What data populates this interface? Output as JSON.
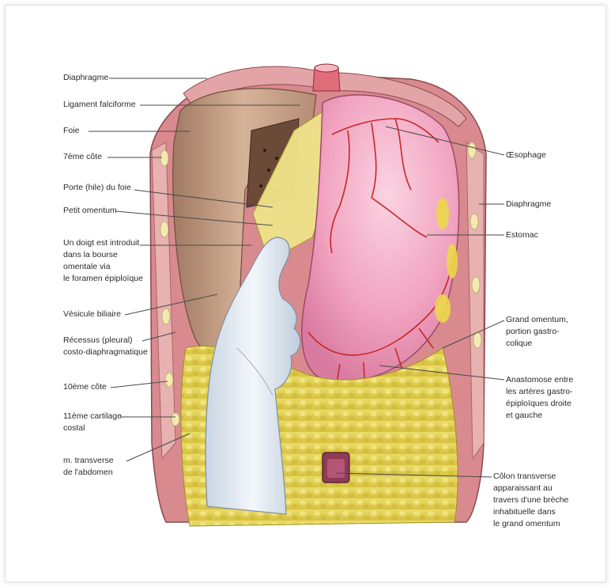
{
  "labels": {
    "left": [
      {
        "id": "diaphragme-left",
        "lines": [
          "Diaphragme"
        ]
      },
      {
        "id": "ligament-falciforme",
        "lines": [
          "Ligament falciforme"
        ]
      },
      {
        "id": "foie",
        "lines": [
          "Foie"
        ]
      },
      {
        "id": "septieme-cote",
        "lines": [
          "7ème côte"
        ]
      },
      {
        "id": "porte-du-foie",
        "lines": [
          "Porte (hile) du foie"
        ]
      },
      {
        "id": "petit-omentum",
        "lines": [
          "Petit omentum"
        ]
      },
      {
        "id": "doigt",
        "lines": [
          "Un doigt est introduit",
          "dans la bourse",
          "omentale via",
          "le foramen épiploïque"
        ]
      },
      {
        "id": "vesicule-biliaire",
        "lines": [
          "Vésicule biliaire"
        ]
      },
      {
        "id": "recessus",
        "lines": [
          "Récessus (pleural)",
          "costo-diaphragmatique"
        ]
      },
      {
        "id": "dixieme-cote",
        "lines": [
          "10ème côte"
        ]
      },
      {
        "id": "onzieme-cartilage",
        "lines": [
          "11ème cartilage",
          "costal"
        ]
      },
      {
        "id": "transverse-abdomen",
        "lines": [
          "m. transverse",
          "de l'abdomen"
        ]
      }
    ],
    "right": [
      {
        "id": "oesophage",
        "lines": [
          "Œsophage"
        ]
      },
      {
        "id": "diaphragme-right",
        "lines": [
          "Diaphragme"
        ]
      },
      {
        "id": "estomac",
        "lines": [
          "Estomac"
        ]
      },
      {
        "id": "grand-omentum",
        "lines": [
          "Grand omentum,",
          "portion gastro-",
          "colique"
        ]
      },
      {
        "id": "anastomose",
        "lines": [
          "Anastomose entre",
          "les artères gastro-",
          "épiploïques droite",
          "et gauche"
        ]
      },
      {
        "id": "colon-transverse",
        "lines": [
          "Côlon transverse",
          "apparaissant au",
          "travers d'une brèche",
          "inhabituelle dans",
          "le grand omentum"
        ]
      }
    ]
  },
  "colors": {
    "stomach": "#f3a9c4",
    "liver": "#c9a58a",
    "omentum": "#e8d85a",
    "muscle": "#d98a8f",
    "glove": "#dfe8f0",
    "artery": "#c62828"
  }
}
